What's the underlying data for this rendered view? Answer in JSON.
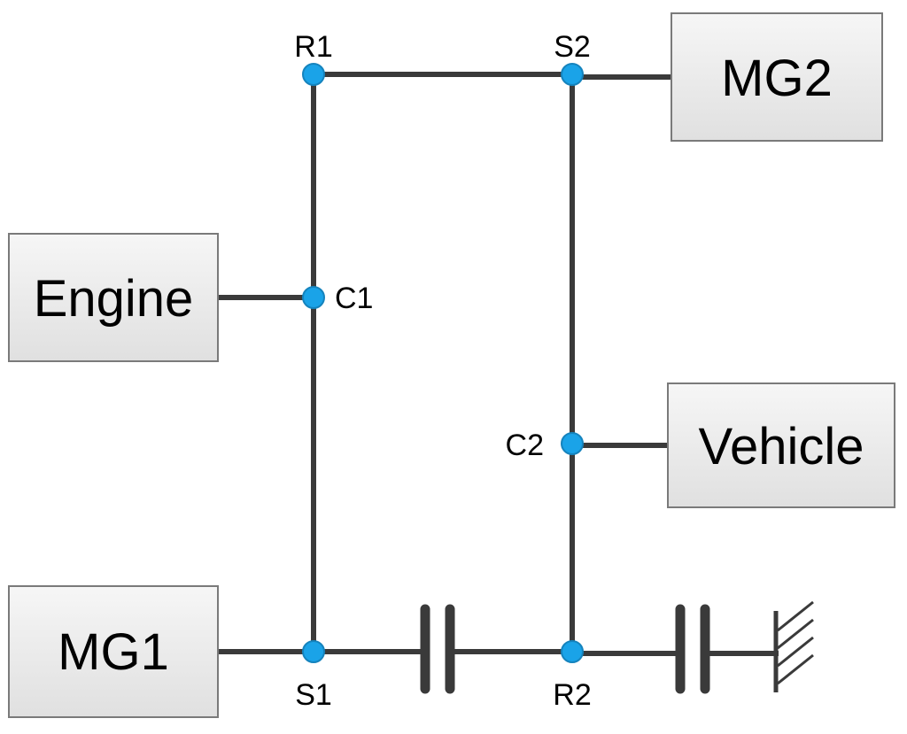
{
  "boxes": {
    "mg2": "MG2",
    "engine": "Engine",
    "vehicle": "Vehicle",
    "mg1": "MG1"
  },
  "nodes": {
    "r1": "R1",
    "s2": "S2",
    "c1": "C1",
    "c2": "C2",
    "s1": "S1",
    "r2": "R2"
  },
  "colors": {
    "node_fill": "#1aa3e8",
    "line": "#3a3a3a",
    "box_fill_top": "#f4f4f4",
    "box_fill_bottom": "#e2e2e2"
  },
  "icons": {
    "clutch_1": "clutch-icon",
    "clutch_2": "clutch-icon",
    "ground": "ground-icon"
  }
}
